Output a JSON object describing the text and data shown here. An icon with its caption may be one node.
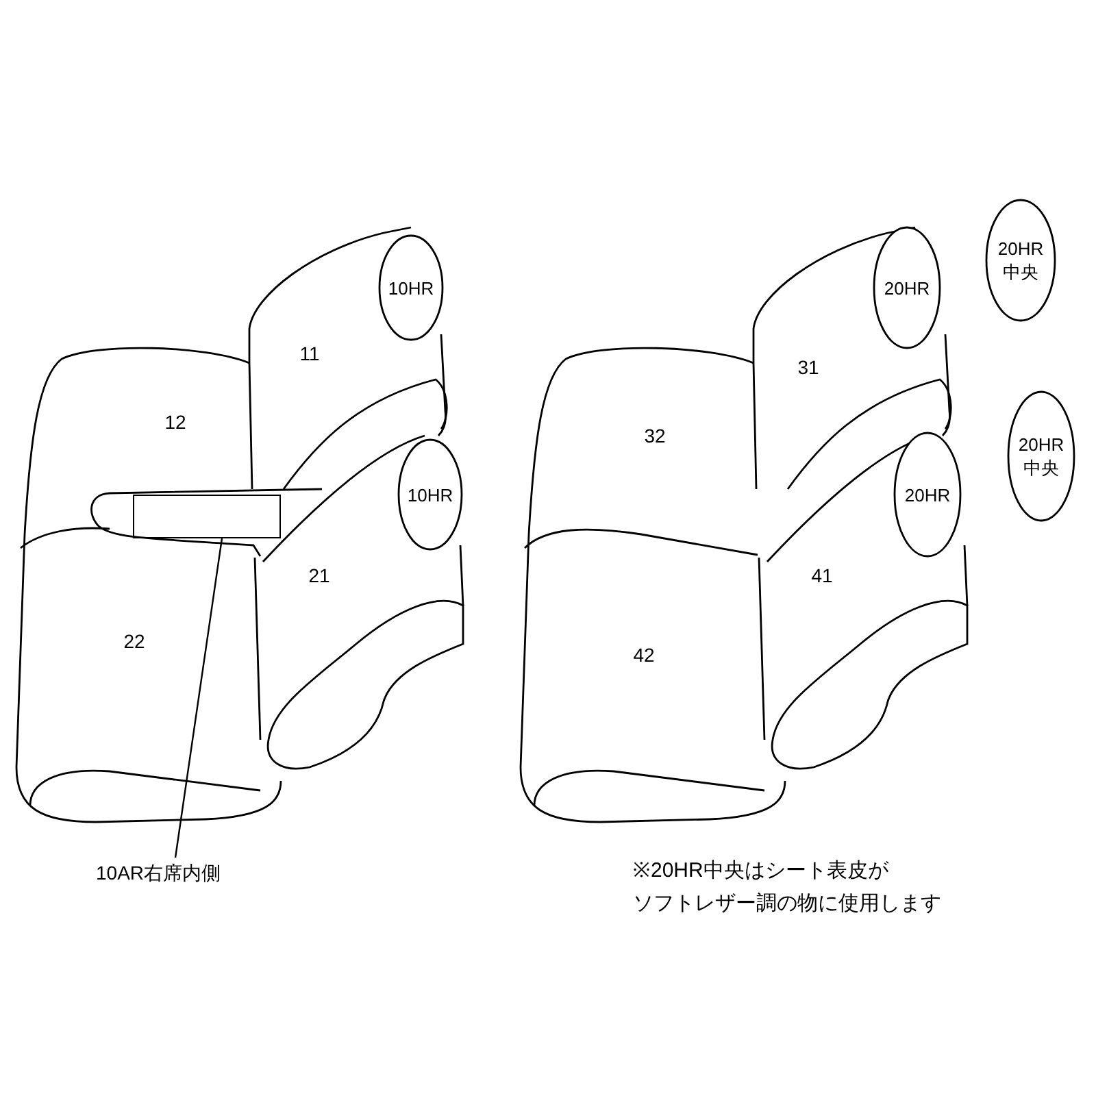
{
  "diagram": {
    "nodes": [
      {
        "text": [
          "10HR"
        ]
      },
      {
        "text": [
          "10HR"
        ]
      },
      {
        "text": [
          "20HR"
        ]
      },
      {
        "text": [
          "20HR"
        ]
      },
      {
        "text": [
          "20HR中央"
        ]
      },
      {
        "text": [
          "20HR中央"
        ]
      },
      {
        "text": [
          "10AR右席内側"
        ]
      },
      {
        "text": [],
        "shape": "box"
      }
    ],
    "edges": [
      {
        "from": 6,
        "to": 7,
        "arrow": "none"
      }
    ],
    "labels": [
      "11",
      "12",
      "21",
      "22",
      "31",
      "32",
      "41",
      "42",
      "※20HR中央はシート表皮が",
      "ソフトレザー調の物に使用します"
    ]
  }
}
